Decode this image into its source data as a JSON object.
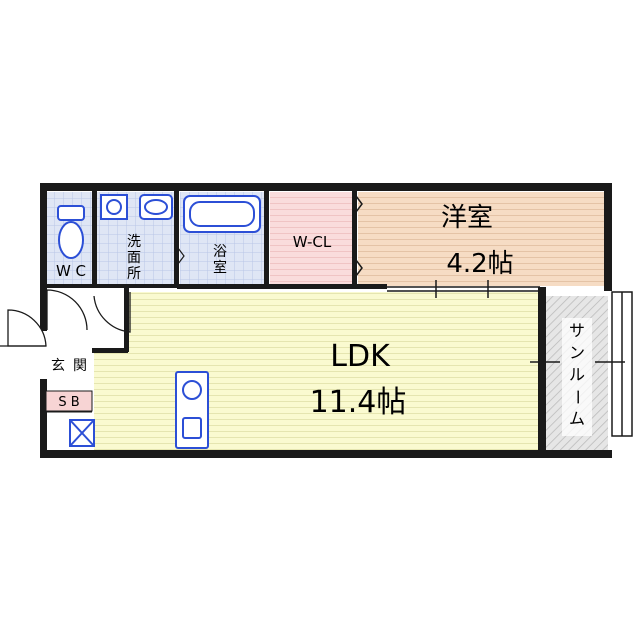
{
  "rooms": {
    "wc": "W C",
    "washroom": [
      "洗",
      "面",
      "所"
    ],
    "bath": [
      "浴",
      "室"
    ],
    "wcl": "W-CL",
    "western": {
      "name": "洋室",
      "size": "4.2帖"
    },
    "ldk": {
      "name": "LDK",
      "size": "11.4帖"
    },
    "sunroom": [
      "サ",
      "ン",
      "ル",
      "ー",
      "ム"
    ],
    "entrance": [
      "玄",
      "関"
    ],
    "shoebox": "S B"
  },
  "colors": {
    "wall": "#1a1a1a",
    "wet_area": "#dfe6f5",
    "wet_grid": "#b8c6e6",
    "fixture_blue": "#2c4fd6",
    "wcl_fill": "#fadcdc",
    "western_fill": "#f6dcc4",
    "ldk_fill": "#fafad0",
    "sunroom_fill": "#e3e3e3",
    "shoebox_fill": "#f7d4d4"
  }
}
